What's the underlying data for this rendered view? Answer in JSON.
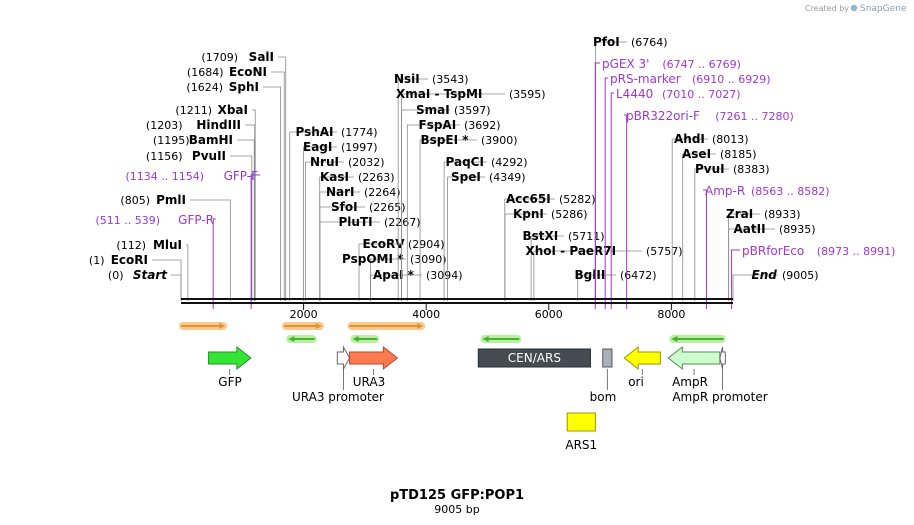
{
  "branding": {
    "created_by": "Created by",
    "app": "SnapGene"
  },
  "map": {
    "title": "pTD125 GFP:POP1",
    "length_text": "9005 bp",
    "length": 9005,
    "ticks": [
      2000,
      4000,
      6000,
      8000
    ],
    "colors": {
      "primer": "#a035d8",
      "backbone": "#111111",
      "cut_line": "#8a8a8a"
    }
  },
  "sites": [
    {
      "name": "Start",
      "pos_text": "(0)",
      "pos": 0,
      "italic": true
    },
    {
      "name": "EcoRI",
      "pos_text": "(1)",
      "pos": 1
    },
    {
      "name": "MluI",
      "pos_text": "(112)",
      "pos": 112
    },
    {
      "name": "PmlI",
      "pos_text": "(805)",
      "pos": 805
    },
    {
      "name": "PvuII",
      "pos_text": "(1156)",
      "pos": 1156
    },
    {
      "name": "BamHI",
      "pos_text": "(1195)",
      "pos": 1195
    },
    {
      "name": "HindIII",
      "pos_text": "(1203)",
      "pos": 1203
    },
    {
      "name": "XbaI",
      "pos_text": "(1211)",
      "pos": 1211
    },
    {
      "name": "SphI",
      "pos_text": "(1624)",
      "pos": 1624
    },
    {
      "name": "EcoNI",
      "pos_text": "(1684)",
      "pos": 1684
    },
    {
      "name": "SalI",
      "pos_text": "(1709)",
      "pos": 1709
    },
    {
      "name": "PshAI",
      "pos_text": "(1774)",
      "pos": 1774
    },
    {
      "name": "EagI",
      "pos_text": "(1997)",
      "pos": 1997
    },
    {
      "name": "NruI",
      "pos_text": "(2032)",
      "pos": 2032
    },
    {
      "name": "KasI",
      "pos_text": "(2263)",
      "pos": 2263
    },
    {
      "name": "NarI",
      "pos_text": "(2264)",
      "pos": 2264
    },
    {
      "name": "SfoI",
      "pos_text": "(2265)",
      "pos": 2265
    },
    {
      "name": "PluTI",
      "pos_text": "(2267)",
      "pos": 2267
    },
    {
      "name": "EcoRV",
      "pos_text": "(2904)",
      "pos": 2904
    },
    {
      "name": "PspOMI *",
      "pos_text": "(3090)",
      "pos": 3090
    },
    {
      "name": "ApaI *",
      "pos_text": "(3094)",
      "pos": 3094
    },
    {
      "name": "NsiI",
      "pos_text": "(3543)",
      "pos": 3543
    },
    {
      "name": "XmaI  -  TspMI",
      "pos_text": "(3595)",
      "pos": 3595
    },
    {
      "name": "SmaI",
      "pos_text": "(3597)",
      "pos": 3597
    },
    {
      "name": "FspAI",
      "pos_text": "(3692)",
      "pos": 3692
    },
    {
      "name": "BspEI *",
      "pos_text": "(3900)",
      "pos": 3900
    },
    {
      "name": "PaqCI",
      "pos_text": "(4292)",
      "pos": 4292
    },
    {
      "name": "SpeI",
      "pos_text": "(4349)",
      "pos": 4349
    },
    {
      "name": "Acc65I",
      "pos_text": "(5282)",
      "pos": 5282
    },
    {
      "name": "KpnI",
      "pos_text": "(5286)",
      "pos": 5286
    },
    {
      "name": "BstXI",
      "pos_text": "(5711)",
      "pos": 5711
    },
    {
      "name": "XhoI  -  PaeR7I",
      "pos_text": "(5757)",
      "pos": 5757
    },
    {
      "name": "BglII",
      "pos_text": "(6472)",
      "pos": 6472
    },
    {
      "name": "PfoI",
      "pos_text": "(6764)",
      "pos": 6764
    },
    {
      "name": "AhdI",
      "pos_text": "(8013)",
      "pos": 8013
    },
    {
      "name": "AseI",
      "pos_text": "(8185)",
      "pos": 8185
    },
    {
      "name": "PvuI",
      "pos_text": "(8383)",
      "pos": 8383
    },
    {
      "name": "ZraI",
      "pos_text": "(8933)",
      "pos": 8933
    },
    {
      "name": "AatII",
      "pos_text": "(8935)",
      "pos": 8935
    },
    {
      "name": "End",
      "pos_text": "(9005)",
      "pos": 9005,
      "italic": true
    }
  ],
  "primers": [
    {
      "name": "GFP-R",
      "pos_text": "(511 .. 539)",
      "pos": 525
    },
    {
      "name": "GFP-F",
      "pos_text": "(1134 .. 1154)",
      "pos": 1144
    },
    {
      "name": "pGEX 3'",
      "pos_text": "(6747 .. 6769)",
      "pos": 6758
    },
    {
      "name": "pRS-marker",
      "pos_text": "(6910 .. 6929)",
      "pos": 6920
    },
    {
      "name": "L4440",
      "pos_text": "(7010 .. 7027)",
      "pos": 7018
    },
    {
      "name": "pBR322ori-F",
      "pos_text": "(7261 .. 7280)",
      "pos": 7270
    },
    {
      "name": "Amp-R",
      "pos_text": "(8563 .. 8582)",
      "pos": 8572
    },
    {
      "name": "pBRforEco",
      "pos_text": "(8973 .. 8991)",
      "pos": 8982
    }
  ],
  "orfs": [
    {
      "start": 0,
      "end": 720,
      "dir": 1,
      "color": "#d9953a"
    },
    {
      "start": 1680,
      "end": 2300,
      "dir": 1,
      "color": "#d9953a"
    },
    {
      "start": 1750,
      "end": 2180,
      "dir": -1,
      "color": "#4caf32"
    },
    {
      "start": 2750,
      "end": 3950,
      "dir": 1,
      "color": "#d9953a"
    },
    {
      "start": 2800,
      "end": 3200,
      "dir": -1,
      "color": "#4caf32"
    },
    {
      "start": 4920,
      "end": 5520,
      "dir": -1,
      "color": "#4caf32"
    },
    {
      "start": 8000,
      "end": 8850,
      "dir": -1,
      "color": "#4caf32"
    }
  ],
  "features": [
    {
      "name": "GFP",
      "start": 450,
      "end": 1140,
      "dir": 1,
      "kind": "arrow",
      "fill": "#33e633",
      "stroke": "#2a8a2a"
    },
    {
      "name": "URA3 promoter",
      "start": 2550,
      "end": 2750,
      "dir": 1,
      "kind": "arrow",
      "fill": "#ffffff",
      "stroke": "#666666"
    },
    {
      "name": "URA3",
      "start": 2750,
      "end": 3530,
      "dir": 1,
      "kind": "arrow",
      "fill": "#ff7a50",
      "stroke": "#b04a28"
    },
    {
      "name": "CEN/ARS",
      "start": 4850,
      "end": 6680,
      "dir": 0,
      "kind": "box",
      "fill": "#454b53",
      "stroke": "#2a2e33"
    },
    {
      "name": "bom",
      "start": 6880,
      "end": 7030,
      "dir": 0,
      "kind": "box",
      "fill": "#aab0b6",
      "stroke": "#555555"
    },
    {
      "name": "ori",
      "start": 7230,
      "end": 7820,
      "dir": -1,
      "kind": "arrow",
      "fill": "#ffff00",
      "stroke": "#999900"
    },
    {
      "name": "AmpR",
      "start": 7950,
      "end": 8790,
      "dir": -1,
      "kind": "arrow",
      "fill": "#ccffcc",
      "stroke": "#5a8a5a"
    },
    {
      "name": "AmpR promoter",
      "start": 8790,
      "end": 8880,
      "dir": -1,
      "kind": "arrow",
      "fill": "#ffffff",
      "stroke": "#666666"
    },
    {
      "name": "ARS1",
      "start": 6300,
      "end": 6760,
      "dir": 0,
      "kind": "box",
      "fill": "#ffff00",
      "stroke": "#999900"
    }
  ]
}
